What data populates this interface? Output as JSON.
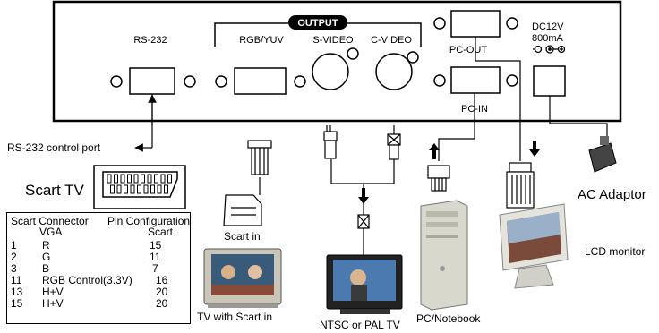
{
  "device": {
    "output_label": "OUTPUT",
    "port_labels": {
      "rs232": "RS-232",
      "rgb_yuv": "RGB/YUV",
      "s_video": "S-VIDEO",
      "c_video": "C-VIDEO",
      "pc_out": "PC-OUT",
      "pc_in": "PC-IN"
    },
    "power": {
      "line1": "DC12V",
      "line2": "800mA"
    }
  },
  "labels": {
    "rs232_control": "RS-232 control port",
    "scart_tv": "Scart TV",
    "scart_in": "Scart in",
    "tv_with_scart": "TV with Scart in",
    "ntsc_pal": "NTSC or PAL TV",
    "pc_notebook": "PC/Notebook",
    "ac_adaptor": "AC Adaptor",
    "lcd_monitor": "LCD monitor"
  },
  "table": {
    "header_left": "Scart Connector",
    "header_right": "Pin Configuration",
    "sub_left": "VGA",
    "sub_right": "Scart",
    "rows": [
      {
        "pin": "1",
        "signal": "R",
        "scart": "15"
      },
      {
        "pin": "2",
        "signal": "G",
        "scart": "11"
      },
      {
        "pin": "3",
        "signal": "B",
        "scart": "7"
      },
      {
        "pin": "11",
        "signal": "RGB Control(3.3V)",
        "scart": "16"
      },
      {
        "pin": "13",
        "signal": "H+V",
        "scart": "20"
      },
      {
        "pin": "15",
        "signal": "H+V",
        "scart": "20"
      }
    ]
  }
}
